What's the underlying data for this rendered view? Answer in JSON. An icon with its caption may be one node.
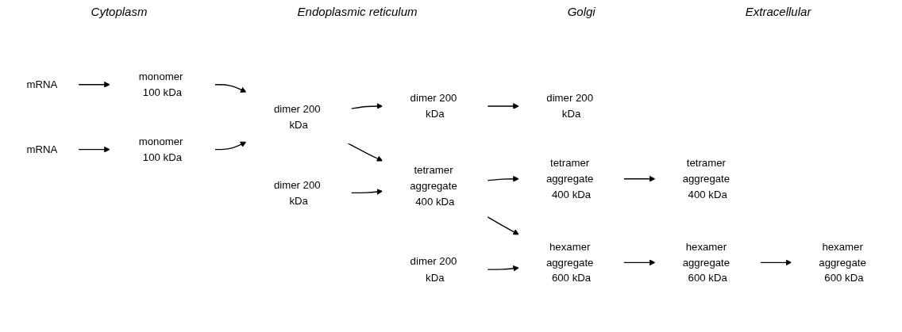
{
  "diagram": {
    "nodes": [
      {
        "text": [
          "mRNA"
        ]
      },
      {
        "text": [
          "monomer 100 kDa"
        ]
      },
      {
        "text": [
          "mRNA"
        ]
      },
      {
        "text": [
          "monomer 100 kDa"
        ]
      },
      {
        "text": [
          "dimer 200 kDa"
        ]
      },
      {
        "text": [
          "dimer 200 kDa"
        ]
      },
      {
        "text": [
          "dimer 200 kDa"
        ]
      },
      {
        "text": [
          "dimer 200 kDa"
        ]
      },
      {
        "text": [
          "tetramer aggregate 400 kDa"
        ]
      },
      {
        "text": [
          "tetramer aggregate 400 kDa"
        ]
      },
      {
        "text": [
          "tetramer aggregate 400 kDa"
        ]
      },
      {
        "text": [
          "dimer 200 kDa"
        ]
      },
      {
        "text": [
          "hexamer aggregate 600 kDa"
        ]
      },
      {
        "text": [
          "hexamer aggregate 600 kDa"
        ]
      },
      {
        "text": [
          "hexamer aggregate 600 kDa"
        ]
      }
    ],
    "edges": [
      {
        "from": 0,
        "to": 1,
        "arrow": "to"
      },
      {
        "from": 2,
        "to": 3,
        "arrow": "to"
      },
      {
        "from": 1,
        "to": 4,
        "arrow": "to"
      },
      {
        "from": 3,
        "to": 4,
        "arrow": "to"
      },
      {
        "from": 4,
        "to": 5,
        "arrow": "to"
      },
      {
        "from": 5,
        "to": 6,
        "arrow": "to"
      },
      {
        "from": 4,
        "to": 8,
        "arrow": "to"
      },
      {
        "from": 7,
        "to": 8,
        "arrow": "to"
      },
      {
        "from": 8,
        "to": 9,
        "arrow": "to"
      },
      {
        "from": 9,
        "to": 10,
        "arrow": "to"
      },
      {
        "from": 8,
        "to": 12,
        "arrow": "to"
      },
      {
        "from": 11,
        "to": 12,
        "arrow": "to"
      },
      {
        "from": 12,
        "to": 13,
        "arrow": "to"
      },
      {
        "from": 13,
        "to": 14,
        "arrow": "to"
      }
    ],
    "labels": [
      "Cytoplasm",
      "Endoplasmic reticulum",
      "Golgi",
      "Extracellular"
    ]
  }
}
